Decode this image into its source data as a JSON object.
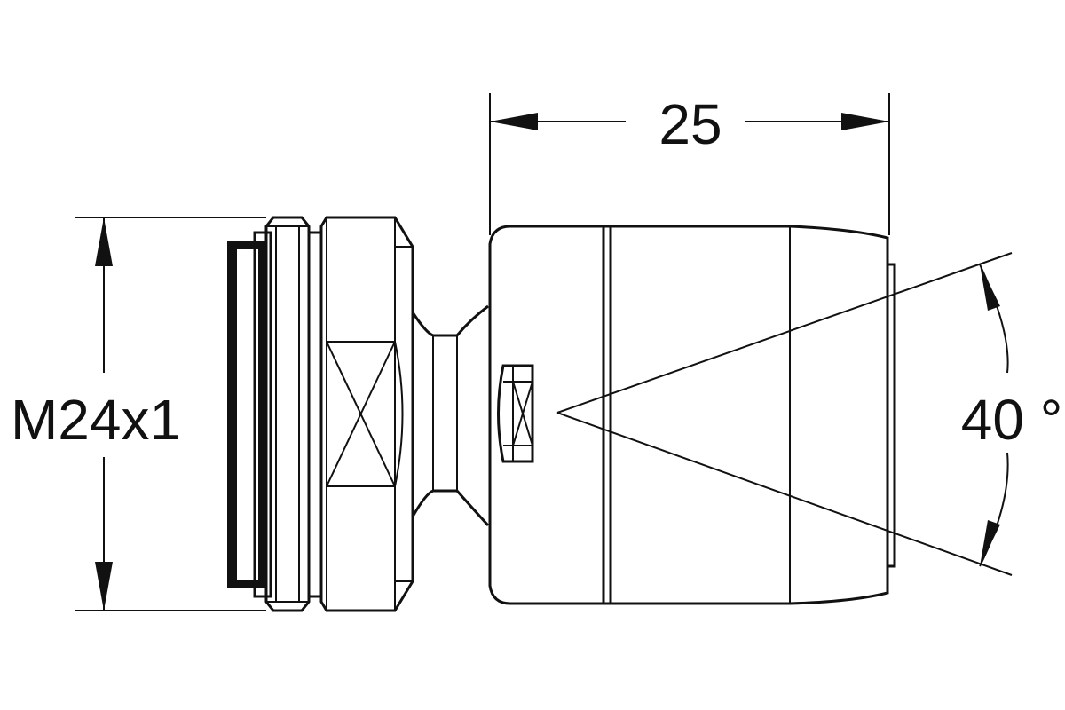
{
  "dimensions": {
    "length": "25",
    "thread": "M24x1",
    "spray_angle": "40 °"
  }
}
